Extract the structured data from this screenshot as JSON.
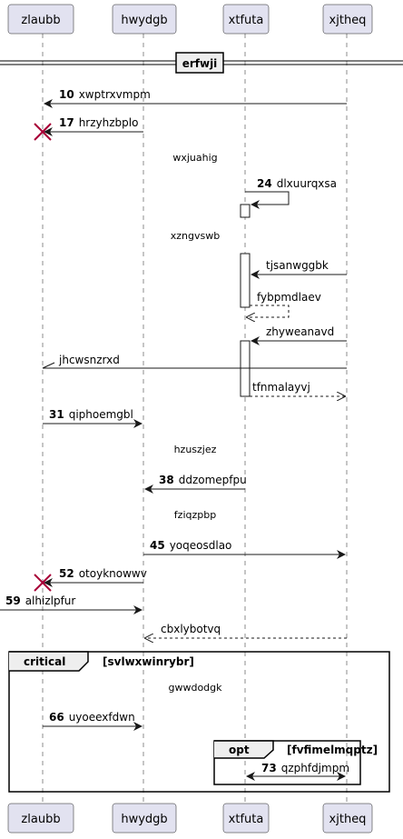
{
  "participants": [
    "zlaubb",
    "hwydgb",
    "xtfuta",
    "xjtheq"
  ],
  "separator": "erfwji",
  "messages": [
    {
      "num": "10",
      "text": "xwptrxvmpm"
    },
    {
      "num": "17",
      "text": "hrzyhzbplo"
    },
    {
      "num": "24",
      "text": "dlxuurqxsa"
    },
    {
      "num": "",
      "text": "tjsanwggbk"
    },
    {
      "num": "",
      "text": "fybpmdlaev"
    },
    {
      "num": "",
      "text": "zhyweanavd"
    },
    {
      "num": "",
      "text": "jhcwsnzrxd"
    },
    {
      "num": "",
      "text": "tfnmalayvj"
    },
    {
      "num": "31",
      "text": "qiphoemgbl"
    },
    {
      "num": "38",
      "text": "ddzomepfpu"
    },
    {
      "num": "45",
      "text": "yoqeosdlao"
    },
    {
      "num": "52",
      "text": "otoyknowwv"
    },
    {
      "num": "59",
      "text": "alhizlpfur"
    },
    {
      "num": "",
      "text": "cbxlybotvq"
    },
    {
      "num": "66",
      "text": "uyoeexfdwn"
    },
    {
      "num": "73",
      "text": "qzphfdjmpm"
    }
  ],
  "delays": [
    "wxjuahig",
    "xzngvswb",
    "hzuszjez",
    "fziqzpbp",
    "gwwdodgk"
  ],
  "fragments": [
    {
      "kind": "critical",
      "condition": "[svlwxwinrybr]"
    },
    {
      "kind": "opt",
      "condition": "[fvfimelmqptz]"
    }
  ]
}
